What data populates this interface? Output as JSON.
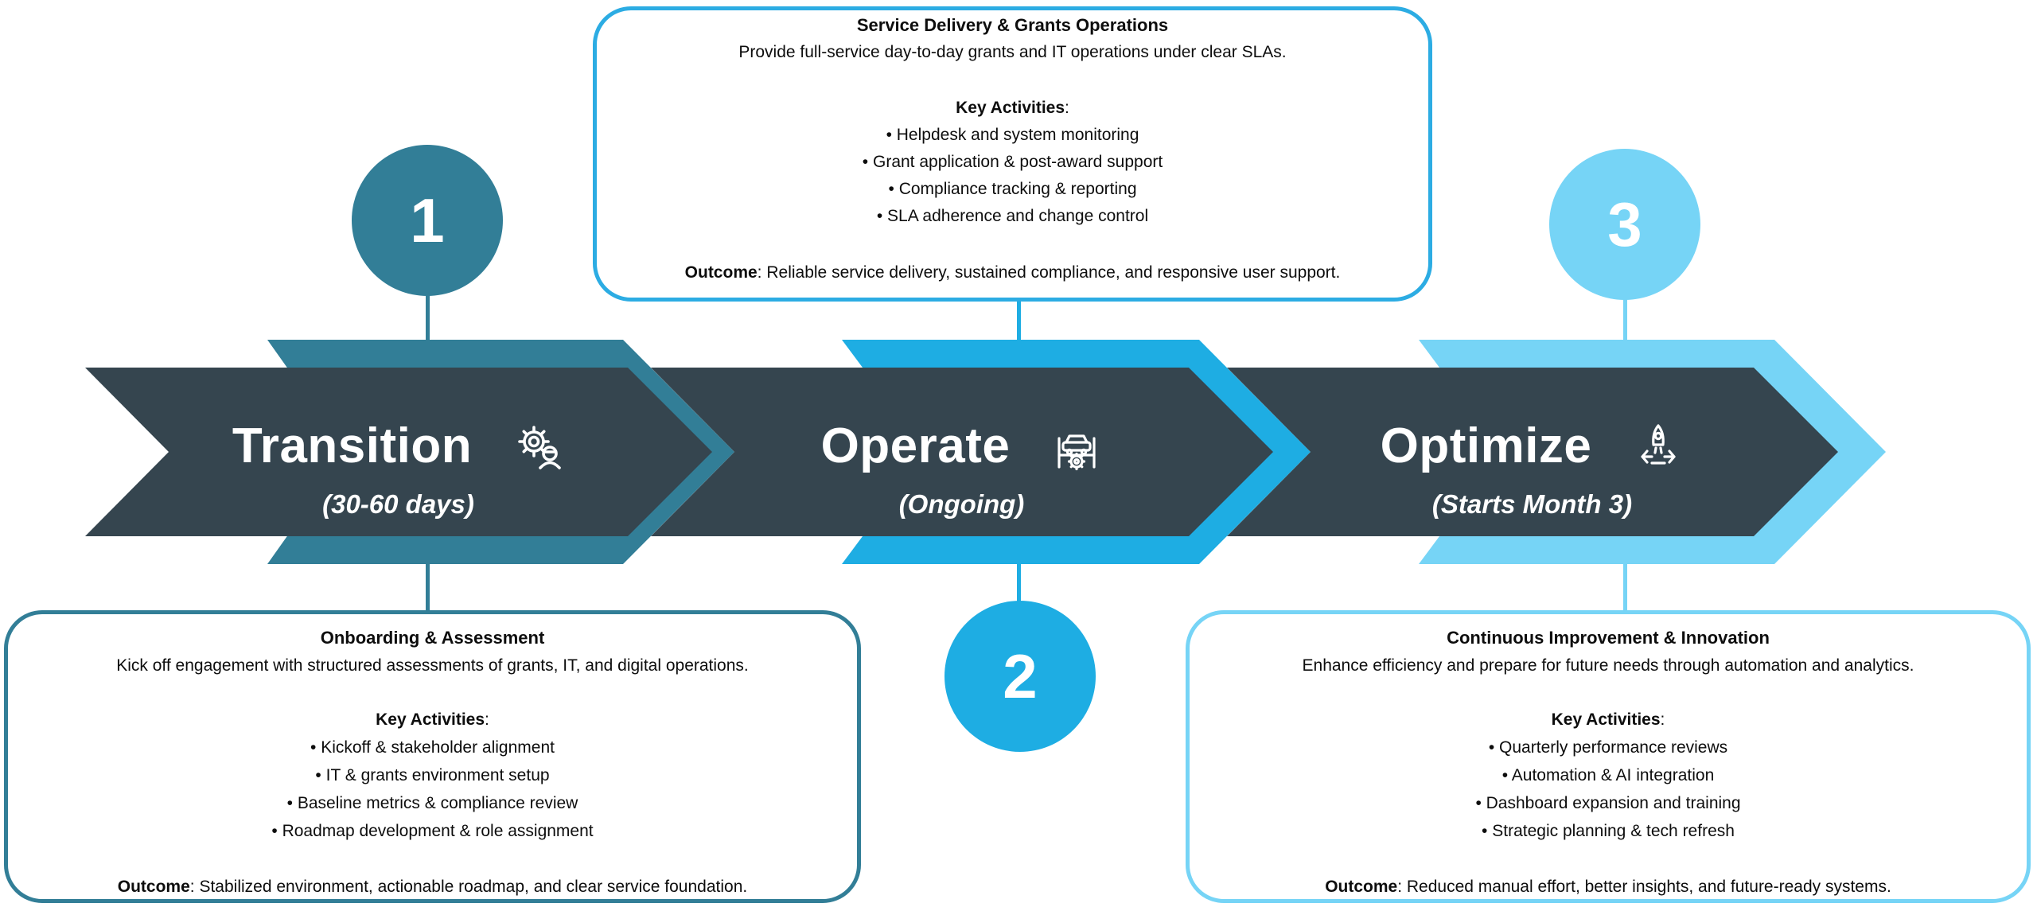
{
  "colors": {
    "dark": "#35454F",
    "teal": "#327E97",
    "blue": "#1EADE3",
    "lightblue": "#76D4F6",
    "bluebox": "#2CACE3"
  },
  "ui": {
    "bullet_char": "•",
    "colon": ":"
  },
  "phases": [
    {
      "number": "1",
      "title": "Transition",
      "subtitle": "(30-60 days)",
      "icon": "gear-person-icon",
      "callout": {
        "title": "Onboarding & Assessment",
        "description": "Kick off engagement with structured assessments of grants, IT, and digital operations.",
        "key_activities_label": "Key Activities",
        "activities": [
          "Kickoff & stakeholder alignment",
          "IT & grants environment setup",
          "Baseline metrics & compliance review",
          "Roadmap development & role assignment"
        ],
        "outcome_label": "Outcome",
        "outcome_text": " Stabilized environment, actionable roadmap, and clear service foundation."
      }
    },
    {
      "number": "2",
      "title": "Operate",
      "subtitle": "(Ongoing)",
      "icon": "car-service-lift-icon",
      "callout": {
        "title": "Service Delivery & Grants Operations",
        "description": "Provide full-service day-to-day grants and IT operations under clear SLAs.",
        "key_activities_label": "Key Activities",
        "activities": [
          "Helpdesk and system monitoring",
          "Grant application & post-award support",
          "Compliance tracking & reporting",
          "SLA adherence and change control"
        ],
        "outcome_label": "Outcome",
        "outcome_text": " Reliable service delivery, sustained compliance, and responsive user support."
      }
    },
    {
      "number": "3",
      "title": "Optimize",
      "subtitle": "(Starts Month 3)",
      "icon": "rocket-launch-icon",
      "callout": {
        "title": "Continuous Improvement & Innovation",
        "description": "Enhance efficiency and prepare for future needs through automation and analytics.",
        "key_activities_label": "Key Activities",
        "activities": [
          "Quarterly performance reviews",
          "Automation & AI integration",
          "Dashboard expansion and training",
          "Strategic planning & tech refresh"
        ],
        "outcome_label": "Outcome",
        "outcome_text": " Reduced manual effort, better insights, and future-ready systems."
      }
    }
  ]
}
